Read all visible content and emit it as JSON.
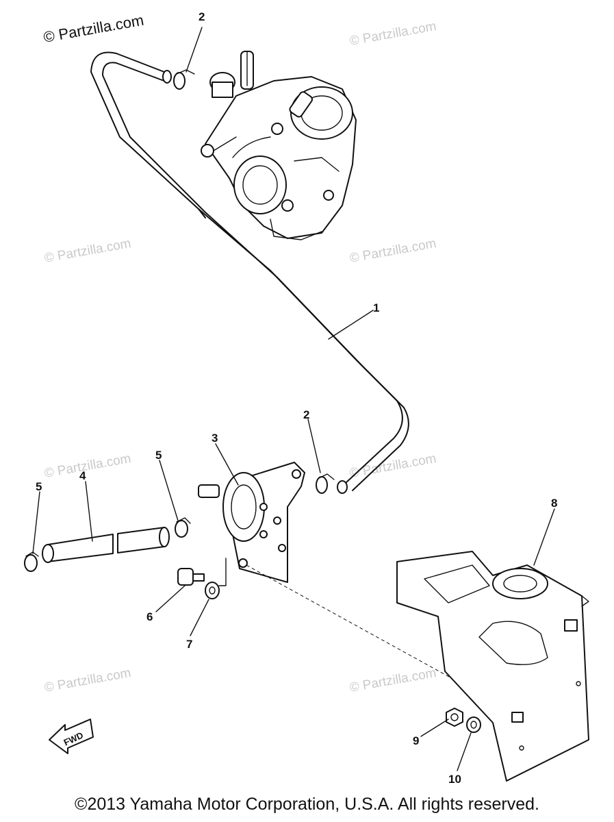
{
  "watermarks": {
    "main": "© Partzilla.com",
    "faint": "© Partzilla.com"
  },
  "callouts": {
    "hose": "1",
    "clip_top": "2",
    "clip_pump": "2",
    "pump": "3",
    "pipe": "4",
    "clip_left_outer": "5",
    "clip_left_inner": "5",
    "bolt": "6",
    "washer": "7",
    "bracket": "8",
    "nut": "9",
    "lock_washer": "10"
  },
  "fwd_label": "FWD",
  "copyright": "©2013 Yamaha Motor Corporation, U.S.A. All rights reserved."
}
